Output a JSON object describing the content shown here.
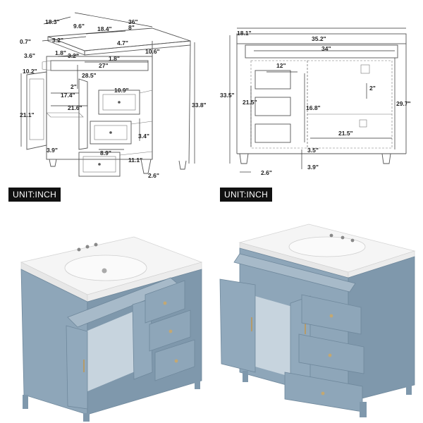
{
  "unit_label_left": "UNIT:INCH",
  "unit_label_right": "UNIT:INCH",
  "left_diagram": {
    "dims": {
      "width_36": "36\"",
      "depth_18_3": "18.3\"",
      "d_0_7": "0.7\"",
      "d_9_6": "9.6\"",
      "d_18_4": "18.4\"",
      "d_8": "8\"",
      "d_3_2a": "3.2\"",
      "d_4_7": "4.7\"",
      "d_10_6": "10.6\"",
      "d_3_6": "3.6\"",
      "d_1_8a": "1.8\"",
      "d_3_2b": "3.2\"",
      "d_1_8b": "1.8\"",
      "d_27": "27\"",
      "d_10_2": "10.2\"",
      "d_28_5": "28.5\"",
      "d_2": "2\"",
      "d_10_9": "10.9\"",
      "d_17_4": "17.4\"",
      "d_21_6": "21.6\"",
      "d_21_1": "21.1\"",
      "d_3_4": "3.4\"",
      "d_8_9": "8.9\"",
      "d_3_9": "3.9\"",
      "d_11_1": "11.1\"",
      "d_33_8": "33.8\"",
      "d_2_6": "2.6\""
    }
  },
  "right_diagram": {
    "dims": {
      "d_18_1": "18.1\"",
      "d_35_2": "35.2\"",
      "d_34": "34\"",
      "d_12": "12\"",
      "d_2": "2\"",
      "d_33_5": "33.5\"",
      "d_21_5a": "21.5\"",
      "d_16_8": "16.8\"",
      "d_29_7": "29.7\"",
      "d_21_5b": "21.5\"",
      "d_3_5": "3.5\"",
      "d_2_6": "2.6\"",
      "d_3_9": "3.9\""
    }
  },
  "colors": {
    "cabinet_blue": "#8fa7ba",
    "cabinet_blue_dark": "#6f889c",
    "countertop": "#f4f4f4",
    "interior": "#c9d6df",
    "unit_bg": "#111111"
  }
}
